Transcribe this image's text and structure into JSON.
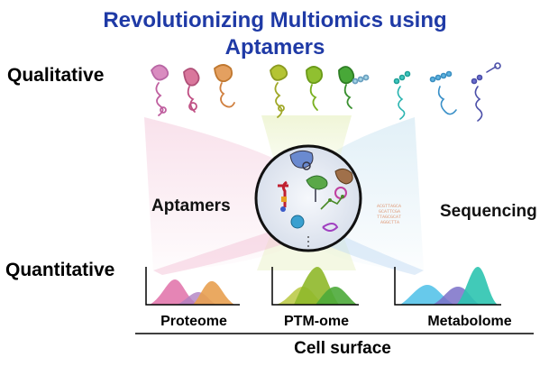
{
  "title": {
    "line1": "Revolutionizing Multiomics using",
    "line2": "Aptamers"
  },
  "labels": {
    "qualitative": "Qualitative",
    "quantitative": "Quantitative",
    "aptamers": "Aptamers",
    "sequencing": "Sequencing"
  },
  "omics": [
    {
      "label": "Proteome",
      "color": "#e070a8"
    },
    {
      "label": "PTM-ome",
      "color": "#8fb82a"
    },
    {
      "label": "Metabolome",
      "color": "#2cc4c4"
    }
  ],
  "footer": "Cell surface",
  "colors": {
    "title": "#1f3aa6",
    "proteome_accent": "#e8a050",
    "ptm_accent": "#4caa3a",
    "metabolome_accent": "#5a62c8",
    "circle_fill": "#ecf0f6"
  }
}
